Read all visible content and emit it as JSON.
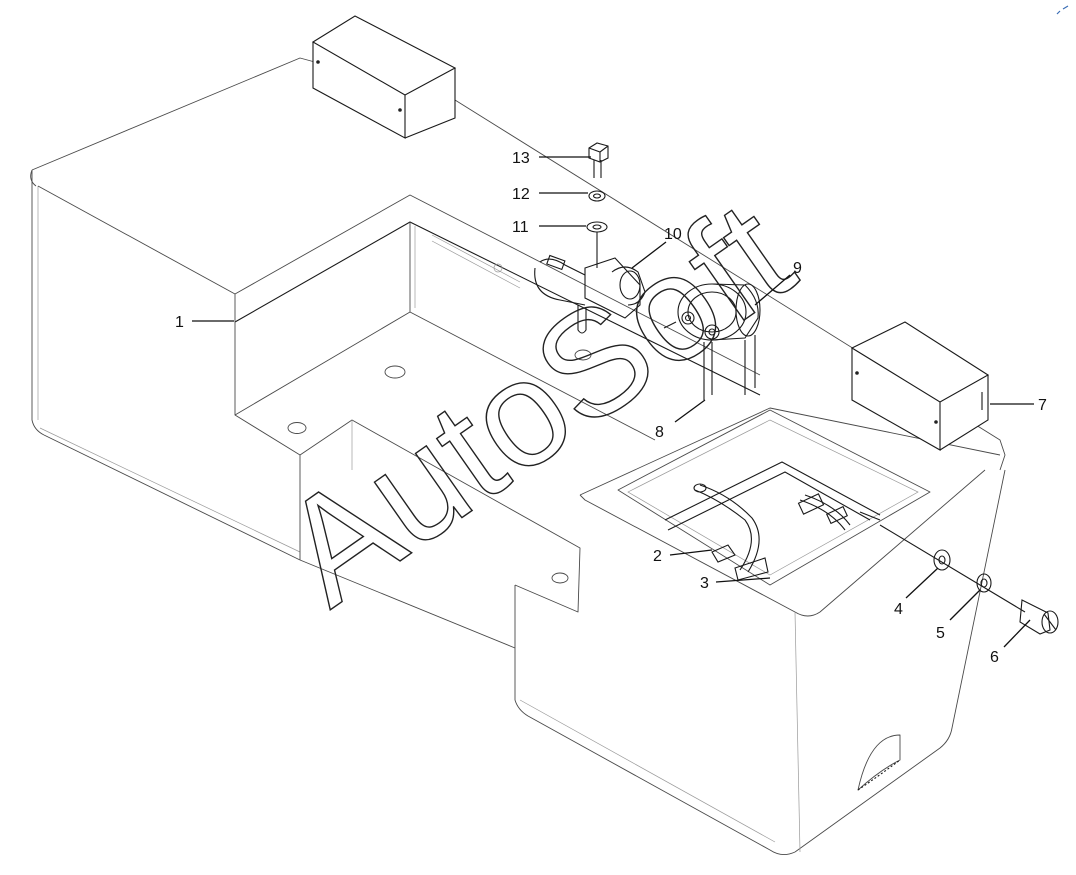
{
  "diagram": {
    "callouts": [
      {
        "id": "1",
        "label": "1"
      },
      {
        "id": "2",
        "label": "2"
      },
      {
        "id": "3",
        "label": "3"
      },
      {
        "id": "4",
        "label": "4"
      },
      {
        "id": "5",
        "label": "5"
      },
      {
        "id": "6",
        "label": "6"
      },
      {
        "id": "7",
        "label": "7"
      },
      {
        "id": "8",
        "label": "8"
      },
      {
        "id": "9",
        "label": "9"
      },
      {
        "id": "10",
        "label": "10"
      },
      {
        "id": "11",
        "label": "11"
      },
      {
        "id": "12",
        "label": "12"
      },
      {
        "id": "13",
        "label": "13"
      }
    ],
    "watermark": "AutoSoft"
  },
  "colors": {
    "line": "#4a4a4a",
    "ink": "#111111",
    "background": "#ffffff"
  }
}
